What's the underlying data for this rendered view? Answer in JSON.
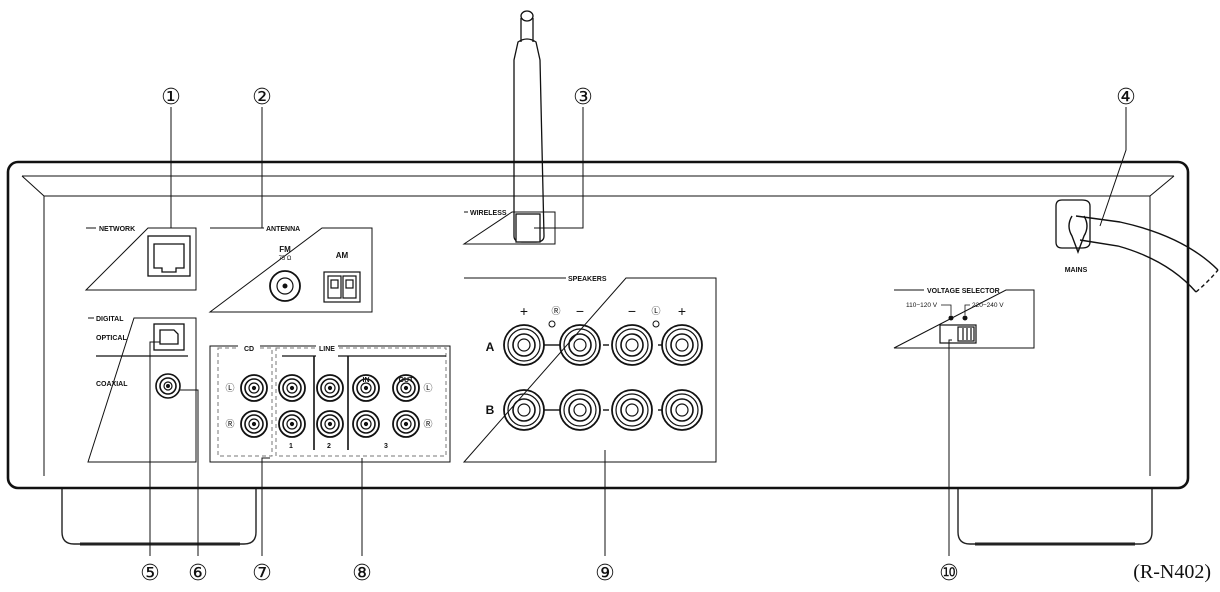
{
  "panel": {
    "network_label": "NETWORK",
    "antenna_label": "ANTENNA",
    "fm_label": "FM",
    "fm_ohm_label": "75 Ω",
    "am_label": "AM",
    "wireless_label": "WIRELESS",
    "speakers_label": "SPEAKERS",
    "speaker_plus": "+",
    "speaker_minus": "−",
    "speaker_right": "Ⓡ",
    "speaker_left": "Ⓛ",
    "speaker_a": "A",
    "speaker_b": "B",
    "mains_label": "MAINS",
    "voltage_selector_label": "VOLTAGE SELECTOR",
    "voltage_110": "110−120 V",
    "voltage_220": "220−240 V",
    "digital_label": "DIGITAL",
    "optical_label": "OPTICAL",
    "coaxial_label": "COAXIAL",
    "cd_label": "CD",
    "line_label": "LINE",
    "line_in_label": "IN",
    "line_out_label": "OUT",
    "jack_left": "Ⓛ",
    "jack_right": "Ⓡ",
    "line_1": "1",
    "line_2": "2",
    "line_3": "3"
  },
  "callouts": [
    "①",
    "②",
    "③",
    "④",
    "⑤",
    "⑥",
    "⑦",
    "⑧",
    "⑨",
    "⑩"
  ],
  "model_label": "(R-N402)"
}
